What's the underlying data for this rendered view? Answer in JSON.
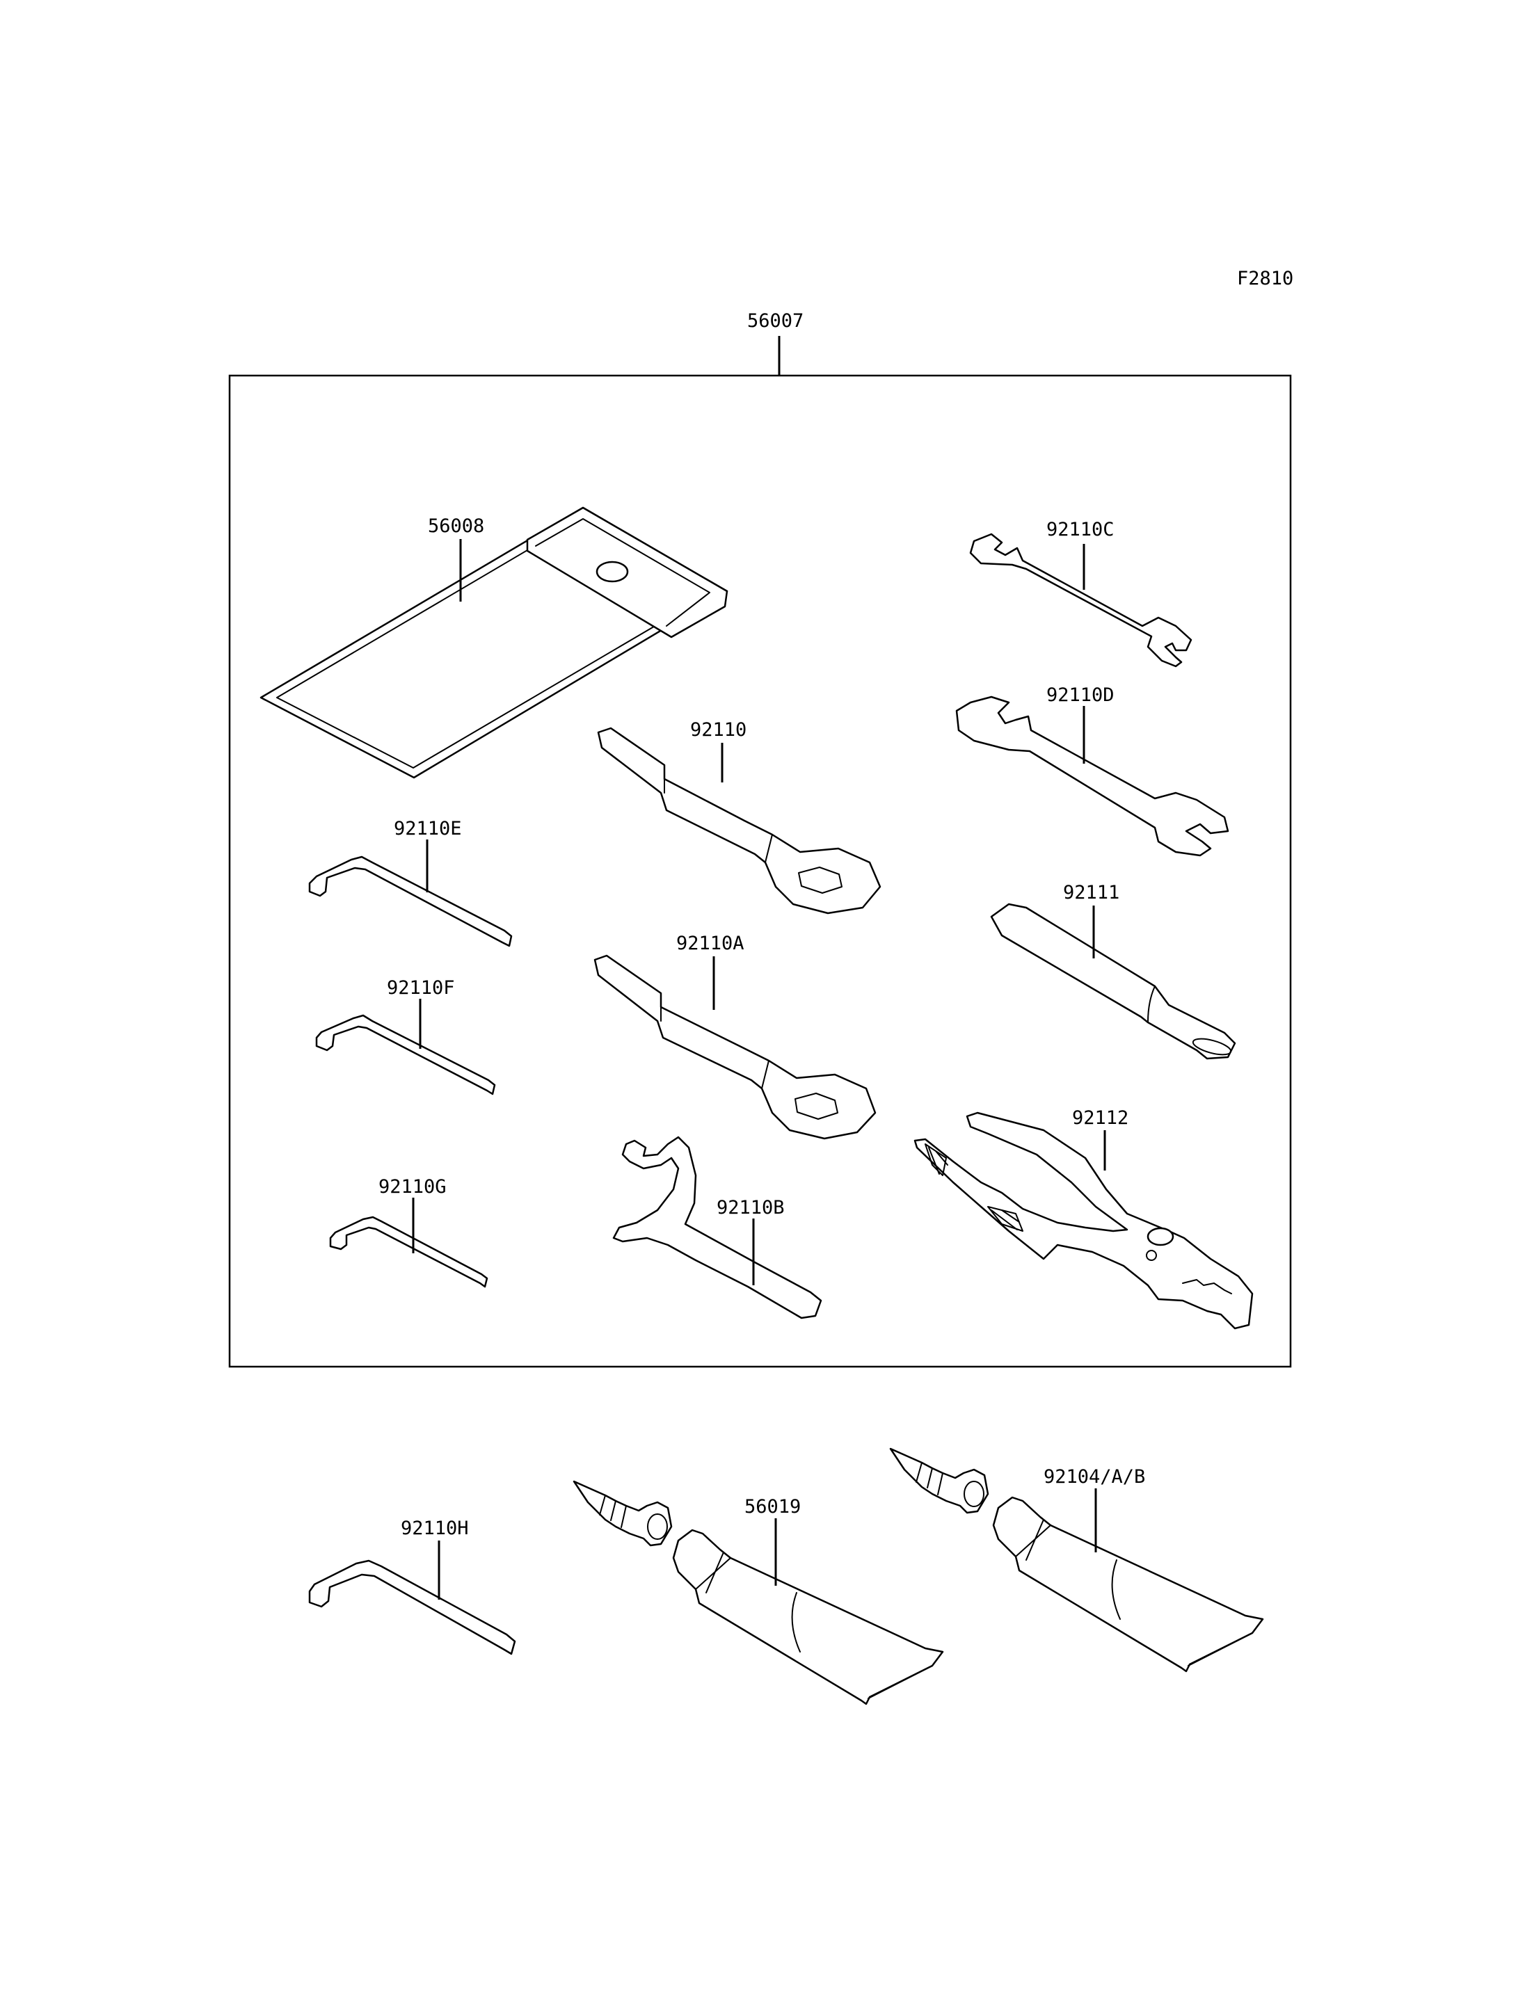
{
  "figure_code": "F2810",
  "parts": {
    "p56007": "56007",
    "p56008": "56008",
    "p92110C": "92110C",
    "p92110D": "92110D",
    "p92110": "92110",
    "p92110E": "92110E",
    "p92110A": "92110A",
    "p92111": "92111",
    "p92110F": "92110F",
    "p92112": "92112",
    "p92110G": "92110G",
    "p92110B": "92110B",
    "p92110H": "92110H",
    "p56019": "56019",
    "p92104": "92104/A/B"
  }
}
